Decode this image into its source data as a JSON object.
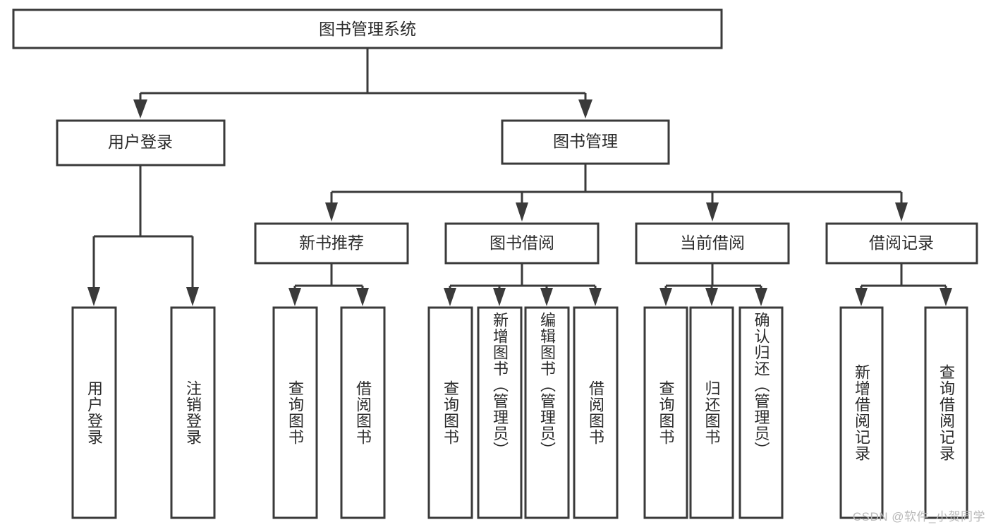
{
  "diagram": {
    "type": "tree",
    "title": "图书管理系统",
    "watermark": "CSDN @软件_小贺同学",
    "colors": {
      "box_stroke": "#3a3a3a",
      "box_fill": "#ffffff",
      "line": "#3a3a3a",
      "text": "#2b2b2b",
      "watermark": "#b9b9b9",
      "background": "#ffffff"
    },
    "nodes": {
      "root": {
        "label": "图书管理系统",
        "level": 0,
        "orientation": "horizontal"
      },
      "l1": [
        {
          "id": "user_login",
          "label": "用户登录",
          "orientation": "horizontal"
        },
        {
          "id": "book_mgmt",
          "label": "图书管理",
          "orientation": "horizontal"
        }
      ],
      "l2": [
        {
          "id": "new_book_rec",
          "label": "新书推荐",
          "orientation": "horizontal",
          "parent": "book_mgmt"
        },
        {
          "id": "book_borrow",
          "label": "图书借阅",
          "orientation": "horizontal",
          "parent": "book_mgmt"
        },
        {
          "id": "current_borrow",
          "label": "当前借阅",
          "orientation": "horizontal",
          "parent": "book_mgmt"
        },
        {
          "id": "borrow_record",
          "label": "借阅记录",
          "orientation": "horizontal",
          "parent": "book_mgmt"
        }
      ],
      "leaves": [
        {
          "id": "leaf_user_login",
          "label": "用户登录",
          "parent": "user_login",
          "orientation": "vertical"
        },
        {
          "id": "leaf_logout",
          "label": "注销登录",
          "parent": "user_login",
          "orientation": "vertical"
        },
        {
          "id": "leaf_query_book_1",
          "label": "查询图书",
          "parent": "new_book_rec",
          "orientation": "vertical"
        },
        {
          "id": "leaf_borrow_book_1",
          "label": "借阅图书",
          "parent": "new_book_rec",
          "orientation": "vertical"
        },
        {
          "id": "leaf_query_book_2",
          "label": "查询图书",
          "parent": "book_borrow",
          "orientation": "vertical"
        },
        {
          "id": "leaf_add_book",
          "label": "新增图书（管理员）",
          "parent": "book_borrow",
          "orientation": "vertical"
        },
        {
          "id": "leaf_edit_book",
          "label": "编辑图书（管理员）",
          "parent": "book_borrow",
          "orientation": "vertical"
        },
        {
          "id": "leaf_borrow_book_2",
          "label": "借阅图书",
          "parent": "book_borrow",
          "orientation": "vertical"
        },
        {
          "id": "leaf_query_book_3",
          "label": "查询图书",
          "parent": "current_borrow",
          "orientation": "vertical"
        },
        {
          "id": "leaf_return_book",
          "label": "归还图书",
          "parent": "current_borrow",
          "orientation": "vertical"
        },
        {
          "id": "leaf_confirm_return",
          "label": "确认归还（管理员）",
          "parent": "current_borrow",
          "orientation": "vertical"
        },
        {
          "id": "leaf_add_record",
          "label": "新增借阅记录",
          "parent": "borrow_record",
          "orientation": "vertical"
        },
        {
          "id": "leaf_query_record",
          "label": "查询借阅记录",
          "parent": "borrow_record",
          "orientation": "vertical"
        }
      ]
    }
  }
}
